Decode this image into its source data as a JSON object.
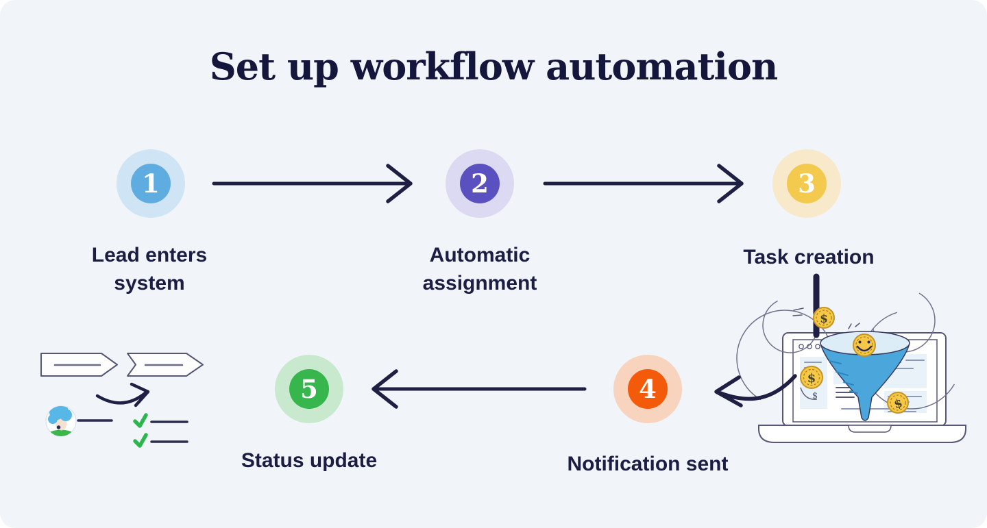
{
  "page": {
    "title": "Set up workflow automation"
  },
  "steps": [
    {
      "number": "1",
      "label": "Lead enters\nsystem",
      "circle_color": "#5fade0",
      "halo_color": "#cfe4f4"
    },
    {
      "number": "2",
      "label": "Automatic\nassignment",
      "circle_color": "#5a50c0",
      "halo_color": "#dcdaf2"
    },
    {
      "number": "3",
      "label": "Task creation",
      "circle_color": "#f3c94e",
      "halo_color": "#f8e9cb"
    },
    {
      "number": "4",
      "label": "Notification sent",
      "circle_color": "#f35b0b",
      "halo_color": "#f8d3be"
    },
    {
      "number": "5",
      "label": "Status update",
      "circle_color": "#36b64c",
      "halo_color": "#c8e9ce"
    }
  ],
  "colors": {
    "background": "#f1f5fa",
    "text_navy": "#1c1d42",
    "arrow_navy": "#1e1f42",
    "outline_gray": "#565775",
    "panel_blue": "#e9f1f9",
    "funnel_blue": "#4aa6db",
    "funnel_mouth": "#dcedf8",
    "coin_gold": "#f6c845",
    "check_green": "#2eb64e",
    "avatar_hair_blue": "#57b7e7",
    "avatar_shirt_green": "#3db54b"
  },
  "icons": {
    "dollar_glyph": "$",
    "coin": "dollar-coin",
    "smiley_coin": "smiley-coin",
    "funnel": "sales-funnel",
    "laptop": "laptop-browser",
    "avatar": "person-avatar",
    "checkmark": "green-check",
    "flow_banner": "chevron-banner",
    "arrows": [
      "step1-to-step2",
      "step2-to-step3",
      "step3-down-to-illustration",
      "illustration-to-step4",
      "step4-to-step5"
    ]
  }
}
